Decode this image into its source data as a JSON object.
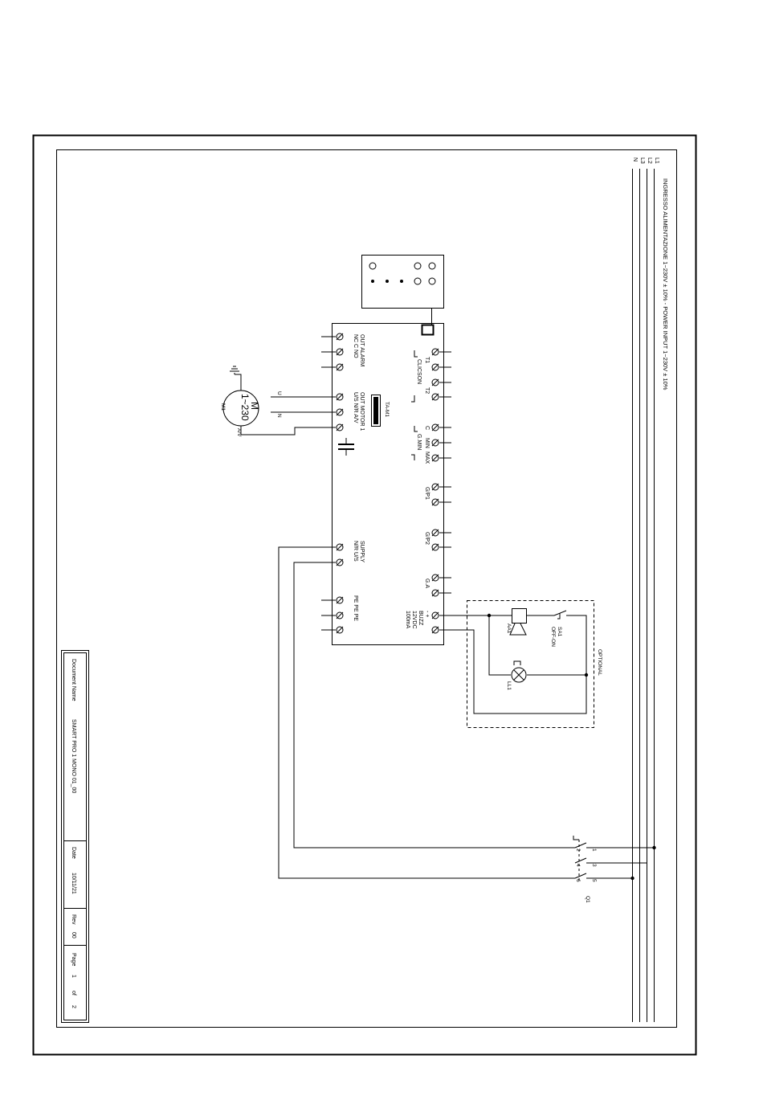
{
  "supply": {
    "lines": [
      "L1",
      "L2",
      "L3",
      "N"
    ],
    "title": "INGRESSO ALIMENTAZIONE 1~230V ± 10% - POWER INPUT 1~230V ± 10%"
  },
  "controller": {
    "top_terminals": {
      "t1": "T1",
      "t2": "T2",
      "clicson": "CLICSON",
      "c": "C",
      "min": "MIN",
      "max": "MAX",
      "gmin": "G.MIN",
      "gp1": "G/P1",
      "gp2": "G/P2",
      "ga": "G.A",
      "buzz": [
        "- +",
        "BUZZ",
        "12VDC",
        "100mA"
      ]
    },
    "left_terminals": {
      "out_alarm": "OUT ALARM",
      "alarm_pins": "NC C NO",
      "out_motor": "OUT MOTOR 1",
      "motor_pins": "U/S N/R A/V",
      "supply": "SUPPLY",
      "supply_pins": "N/R U/S",
      "pe": "PE PE PE"
    },
    "ta_label": "TA-M1"
  },
  "motor": {
    "symbol": "M",
    "rating": "1~230",
    "id": "M1",
    "u": "U",
    "n": "N",
    "av": "A/V"
  },
  "optional": {
    "title": "OPTIONAL",
    "buzzer": "AA1",
    "switch": [
      "SA1",
      "OFF-ON"
    ],
    "lamp": "LL1"
  },
  "breaker": {
    "id": "Q1",
    "pins": [
      "1",
      "2",
      "3",
      "4",
      "5",
      "6"
    ]
  },
  "title_block": {
    "doc_label": "Document Name",
    "doc_value": "SMART PRO 1 MONO 01_00",
    "date_label": "Date",
    "date_value": "10/11/21",
    "rev_label": "Rev",
    "rev_value": "00",
    "page_label": "Page",
    "page_num": "1",
    "of_label": "of",
    "page_total": "2"
  }
}
